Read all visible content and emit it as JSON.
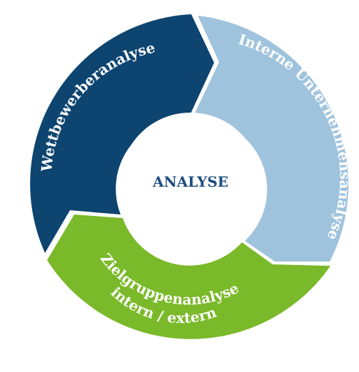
{
  "center": {
    "label": "ANALYSE"
  },
  "segments": [
    {
      "id": "wettbewerberanalyse",
      "lines": [
        "Wettbewerberanalyse"
      ],
      "color": "#0d4470"
    },
    {
      "id": "interne-unternehmensanalyse",
      "lines": [
        "Interne Unternehmensanalyse"
      ],
      "color": "#9fc3dc"
    },
    {
      "id": "zielgruppenanalyse",
      "lines": [
        "Zielgruppenanalyse",
        "intern / extern"
      ],
      "color": "#7ab929"
    }
  ],
  "colors": {
    "center_text": "#1d4d7e",
    "segment_text": "#ffffff",
    "background": "#ffffff"
  }
}
